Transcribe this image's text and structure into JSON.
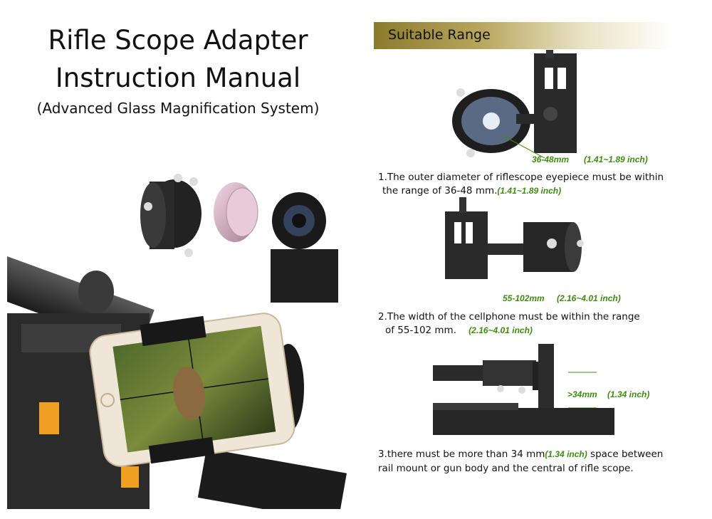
{
  "title": {
    "line1": "Rifle Scope Adapter",
    "line2": "Instruction Manual",
    "subtitle": "(Advanced Glass Magnification System)"
  },
  "section_header": "Suitable Range",
  "step1": {
    "dim_mm": "36-48mm",
    "dim_inch": "(1.41~1.89 inch)",
    "text_line1": "1.The outer diameter of riflescope eyepiece must be within",
    "text_line2": "the range of 36-48 mm.",
    "inch_inline": "(1.41~1.89 inch)"
  },
  "step2": {
    "dim_mm": "55-102mm",
    "dim_inch": "(2.16~4.01 inch)",
    "text_line1": "2.The width of the cellphone must be within the range",
    "text_line2": "of 55-102 mm.",
    "inch_inline": "(2.16~4.01 inch)"
  },
  "step3": {
    "dim_mm": ">34mm",
    "dim_inch": "(1.34 inch)",
    "text_line1a": "3.there must be more than 34 mm",
    "inch_inline": "(1.34 inch)",
    "text_line1b": "space between",
    "text_line2": "rail mount or gun body and the central of rifle scope."
  },
  "colors": {
    "measure_green": "#3f8a12",
    "header_gold": "#8c7a2c"
  }
}
